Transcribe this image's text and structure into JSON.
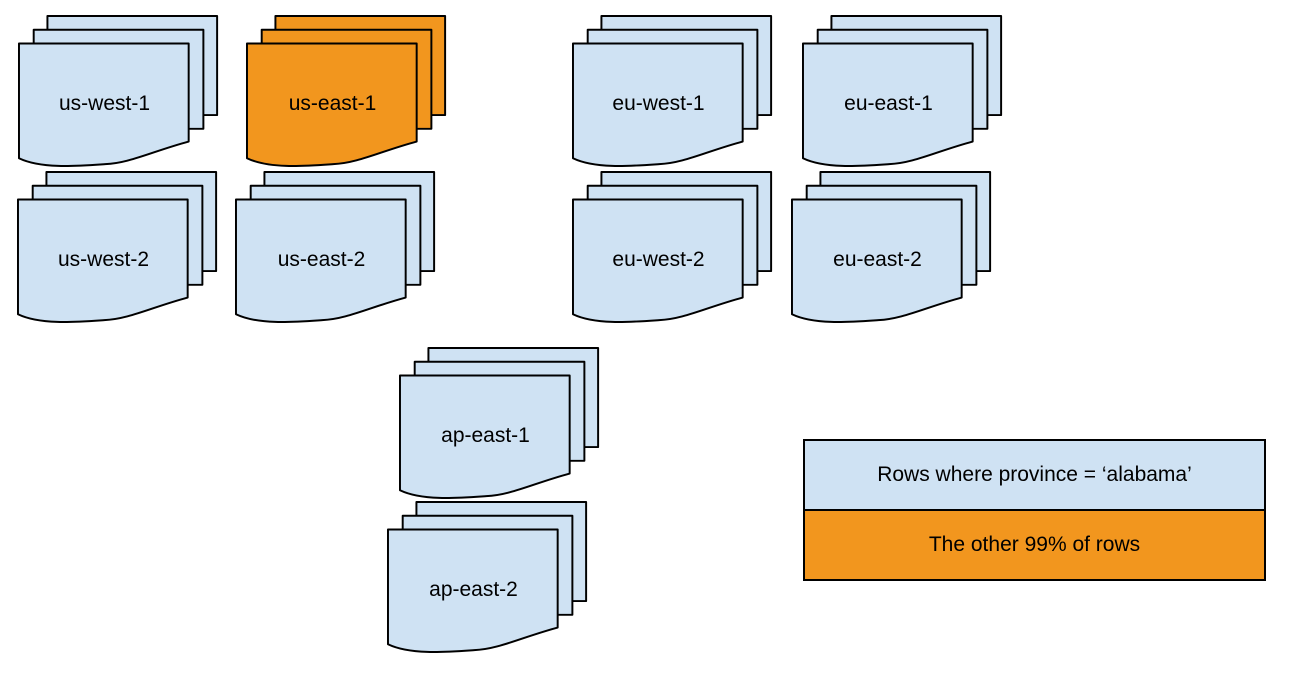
{
  "colors": {
    "background": "#FFFFFF",
    "sheet_blue": "#CFE2F3",
    "sheet_orange": "#F2961E",
    "outline": "#000000",
    "text": "#000000"
  },
  "stacks": [
    {
      "label": "us-west-1",
      "variant": "blue"
    },
    {
      "label": "us-east-1",
      "variant": "orange"
    },
    {
      "label": "eu-west-1",
      "variant": "blue"
    },
    {
      "label": "eu-east-1",
      "variant": "blue"
    },
    {
      "label": "us-west-2",
      "variant": "blue"
    },
    {
      "label": "us-east-2",
      "variant": "blue"
    },
    {
      "label": "eu-west-2",
      "variant": "blue"
    },
    {
      "label": "eu-east-2",
      "variant": "blue"
    },
    {
      "label": "ap-east-1",
      "variant": "blue"
    },
    {
      "label": "ap-east-2",
      "variant": "blue"
    }
  ],
  "legend": {
    "items": [
      {
        "label": "Rows where province = ‘alabama’",
        "variant": "blue"
      },
      {
        "label": "The other 99% of rows",
        "variant": "orange"
      }
    ]
  }
}
